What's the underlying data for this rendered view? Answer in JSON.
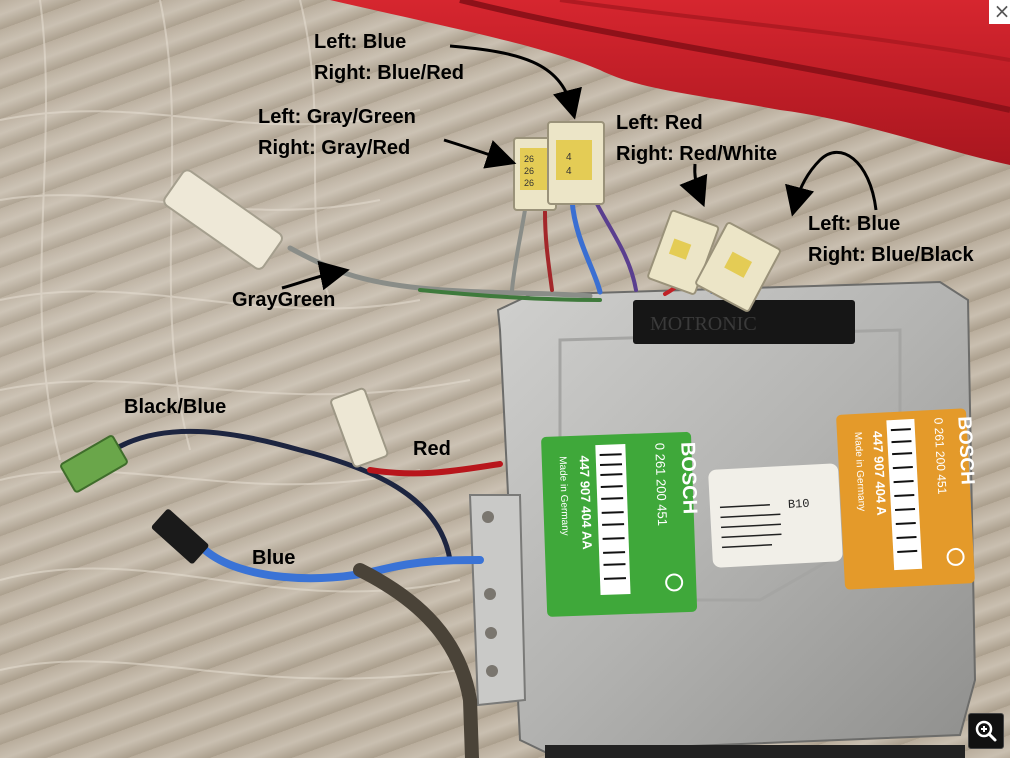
{
  "viewer": {
    "close_glyph": "×"
  },
  "photo": {
    "labels": {
      "connector_top_center": [
        "Left: Blue",
        "Right: Blue/Red"
      ],
      "connector_left": [
        "Left: Gray/Green",
        "Right: Gray/Red"
      ],
      "connector_red": [
        "Left: Red",
        "Right: Red/White"
      ],
      "connector_right": [
        "Left: Blue",
        "Right: Blue/Black"
      ],
      "wire_graygreen": "GrayGreen",
      "wire_black_blue": "Black/Blue",
      "wire_red": "Red",
      "wire_blue": "Blue"
    },
    "green_sticker": {
      "brand": "BOSCH",
      "part": "0 261 200 451",
      "origin": "Made in Germany",
      "number": "447 907 404 AA"
    },
    "orange_sticker": {
      "brand": "BOSCH",
      "part": "0 261 200 451",
      "origin": "Made in Germany",
      "number": "447 907 404 A"
    },
    "white_sticker_code": "B10",
    "housing_mark": "MOTRONIC",
    "connector_small_text": [
      "26",
      "26",
      "26",
      "4",
      "4"
    ]
  },
  "colors": {
    "ecu_metal": "#b8b8b6",
    "green_sticker": "#3fa83a",
    "orange_sticker": "#e49a2a",
    "red_cover": "#c8222a",
    "cloth": "#bdb2a2"
  },
  "icons": {
    "close": "close-icon",
    "zoom": "magnifier-plus-icon"
  }
}
